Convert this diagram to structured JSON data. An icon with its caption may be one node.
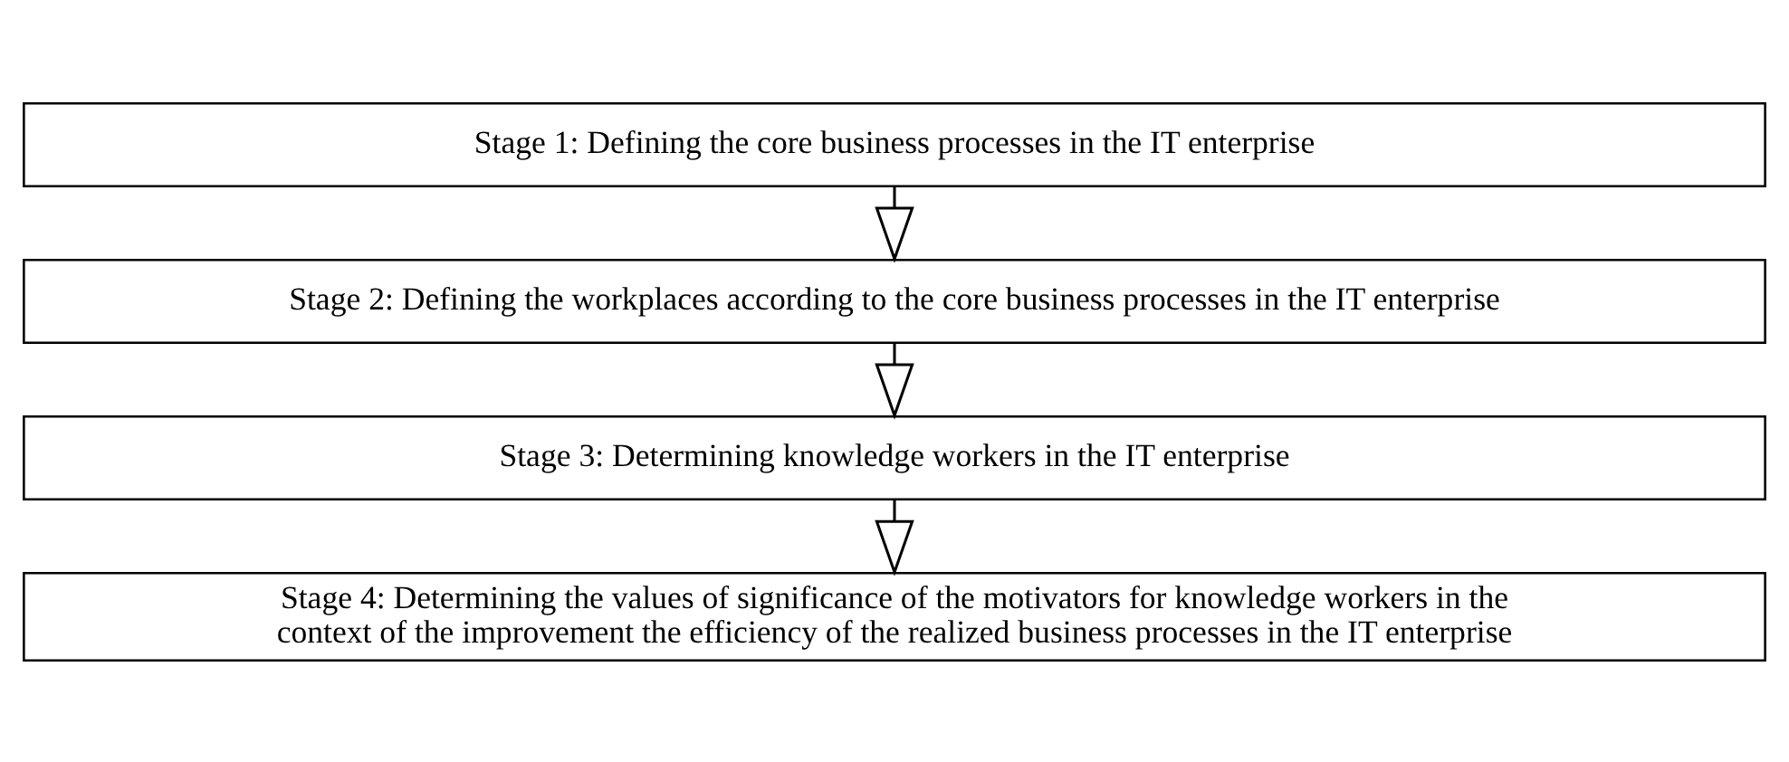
{
  "diagram": {
    "nodes": [
      {
        "text": [
          "Stage 1: Defining the core business processes in the IT enterprise"
        ]
      },
      {
        "text": [
          "Stage 2: Defining the workplaces according to the core business processes in the IT enterprise"
        ]
      },
      {
        "text": [
          "Stage 3: Determining knowledge workers in the IT enterprise"
        ]
      },
      {
        "text": [
          "Stage 4: Determining the values of significance of the motivators for knowledge workers in the context of the improvement the efficiency of the realized business processes in the IT enterprise"
        ]
      }
    ],
    "edges": [
      {
        "from": 0,
        "to": 1,
        "arrow": "to"
      },
      {
        "from": 1,
        "to": 2,
        "arrow": "to"
      },
      {
        "from": 2,
        "to": 3,
        "arrow": "to"
      }
    ]
  }
}
